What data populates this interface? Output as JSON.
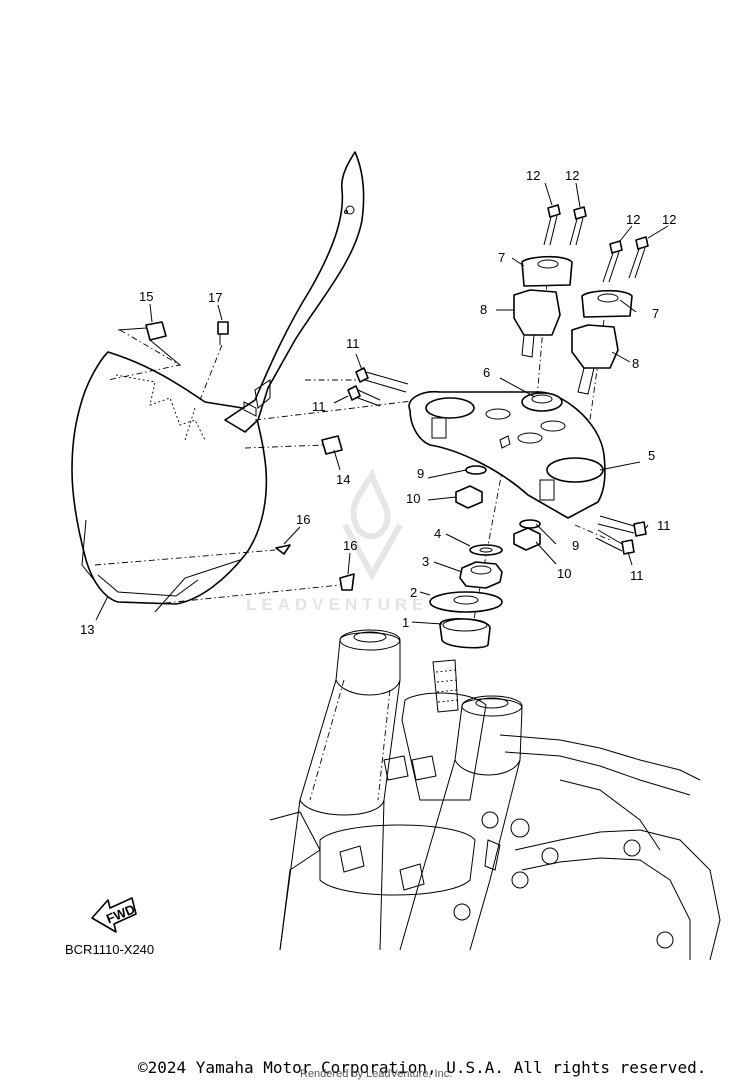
{
  "diagram": {
    "diagram_code": "BCR1110-X240",
    "fwd_label": "FWD",
    "callouts": [
      "1",
      "2",
      "3",
      "4",
      "5",
      "6",
      "7",
      "7",
      "8",
      "8",
      "9",
      "9",
      "10",
      "10",
      "11",
      "11",
      "11",
      "11",
      "12",
      "12",
      "12",
      "12",
      "13",
      "14",
      "15",
      "16",
      "16",
      "17"
    ]
  },
  "footer": {
    "copyright": "©2024 Yamaha Motor Corporation, U.S.A. All rights reserved.",
    "rendered_by": "Rendered by LeadVenture, Inc."
  },
  "watermark": {
    "text": "LEADVENTURE"
  }
}
